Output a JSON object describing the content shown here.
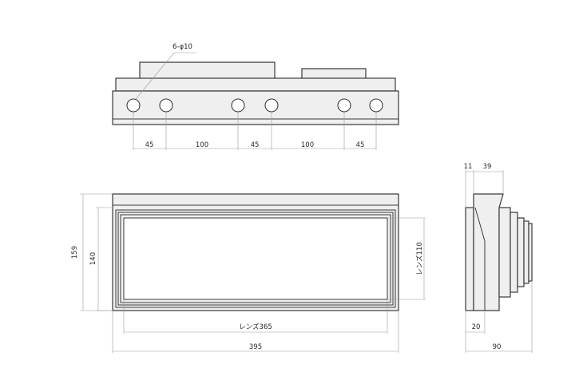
{
  "top_view": {
    "hole_label": "6-φ10",
    "spacings": [
      "45",
      "100",
      "45",
      "100",
      "45"
    ]
  },
  "front_view": {
    "height_outer": "159",
    "height_inner": "140",
    "lens_width": "レンズ365",
    "lens_height": "レンズ110",
    "width_outer": "395"
  },
  "side_view": {
    "top_left": "11",
    "top_right": "39",
    "bottom_left": "20",
    "bottom_total": "90"
  }
}
